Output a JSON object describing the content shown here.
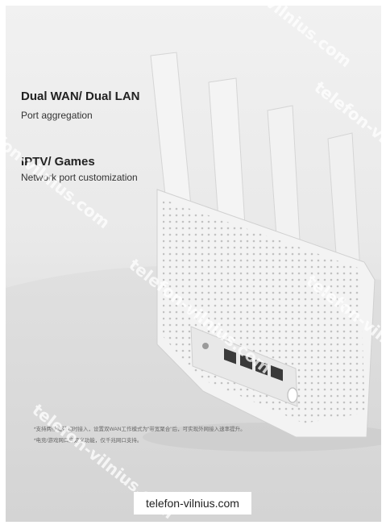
{
  "headline_1": "Dual WAN/ Dual LAN",
  "subline_1": "Port aggregation",
  "headline_2": "IPTV/ Games",
  "subline_2": "Network port customization",
  "footnote_1": "*支持两条宽带同时接入，设置双WAN工作模式为\"带宽聚合\"后，可实现外网接入速率提升。",
  "footnote_2": "*电竞/游戏网口自定义功能，仅千兆网口支持。",
  "watermark_text": "telefon-vilnius.com",
  "brand_label": "telefon-vilnius.com",
  "colors": {
    "background": "#ffffff",
    "router_body": "#f3f3f3",
    "ports": "#3a3a3a",
    "text": "#222222"
  }
}
